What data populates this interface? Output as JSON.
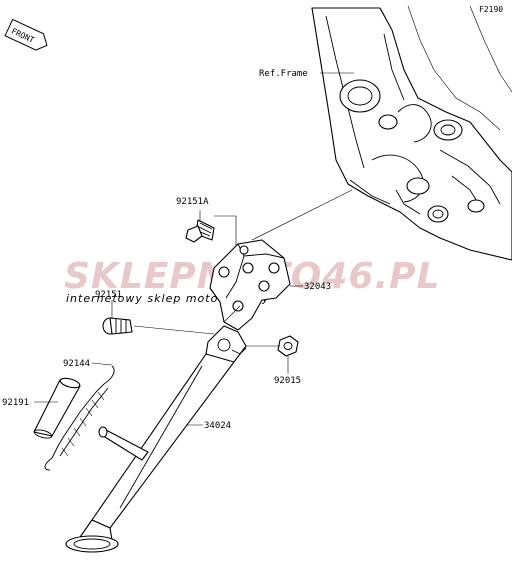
{
  "figure_code": "F2190",
  "front_arrow_label": "FRONT",
  "frame_ref_label": "Ref.Frame",
  "watermark": {
    "brand_sklep": "SKLEP",
    "brand_moto": "MOTO",
    "brand_46": "46",
    "brand_tld": ".PL",
    "tagline": "internetowy sklep motocyklowy",
    "brand_color": "#e8c8c8",
    "tagline_color": "#d9dde6"
  },
  "parts": [
    {
      "number": "92151A"
    },
    {
      "number": "32043"
    },
    {
      "number": "92151"
    },
    {
      "number": "92144"
    },
    {
      "number": "92191"
    },
    {
      "number": "92015"
    },
    {
      "number": "34024"
    }
  ]
}
